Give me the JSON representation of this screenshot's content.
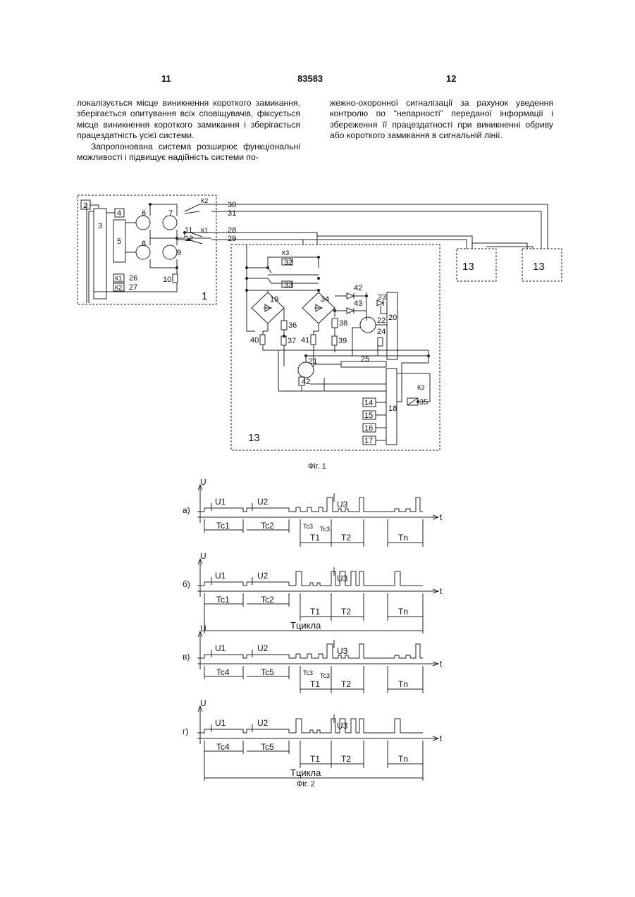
{
  "header": {
    "left_page": "11",
    "center_number": "83583",
    "right_page": "12"
  },
  "text": {
    "left_p1": "локалізується місце виникнення короткого замикання, зберігається опитування всіх сповіщувачів, фіксується місце виникнення короткого замикання і зберігається працездатність усієї системи.",
    "left_p2": "Запропонована система розширює функціональні можливості і підвищує надійність системи по-",
    "right_p1": "жежно-охоронної сигналізації за рахунок уведення контролю по \"непарності\" переданої інформації і збереження її працездатності при виникненні обриву або короткого замикання в сигнальній лінії."
  },
  "fig1": {
    "caption": "Фіг. 1",
    "labels": {
      "n1": "1",
      "n2": "2",
      "n3": "3",
      "n4": "4",
      "n5": "5",
      "n6": "6",
      "n7": "7",
      "n8": "8",
      "n9": "9",
      "n10": "10",
      "n11": "11",
      "n12": "12",
      "k1a": "К1",
      "k2a": "К2",
      "k1b": "К1",
      "k2b": "К2",
      "n26": "26",
      "n27": "27",
      "n28": "28",
      "n29": "29",
      "n30": "30",
      "n31": "31",
      "n13a": "13",
      "n13b": "13",
      "n13c": "13",
      "k3a": "К3",
      "n32": "32",
      "n33": "33",
      "n19": "19",
      "n34": "34",
      "n42a": "42",
      "n43": "43",
      "n23": "23",
      "n22": "22",
      "n24": "24",
      "n20": "20",
      "n36": "36",
      "n38": "38",
      "n40": "40",
      "n37": "37",
      "n41": "41",
      "n39": "39",
      "n21": "21",
      "n25": "25",
      "n42b": "42",
      "k3b": "К3",
      "n35": "35",
      "n18": "18",
      "n14": "14",
      "n15": "15",
      "n16": "16",
      "n17": "17"
    }
  },
  "fig2": {
    "caption": "Фіг. 2",
    "panels": [
      {
        "letter": "а)",
        "u": "U",
        "t": "t",
        "u1": "U1",
        "u2": "U2",
        "u3": "U3",
        "tc1": "Tc1",
        "tc2": "Tc2",
        "tc3a": "Tc3",
        "tc3b": "Tc3",
        "t1": "T1",
        "t2": "T2",
        "tn": "Tn"
      },
      {
        "letter": "б)",
        "u": "U",
        "t": "t",
        "u1": "U1",
        "u2": "U2",
        "u3": "U3",
        "tc1": "Tc1",
        "tc2": "Tc2",
        "t1": "T1",
        "t2": "T2",
        "tn": "Tn",
        "tcycle": "Тцикла"
      },
      {
        "letter": "в)",
        "u": "U",
        "t": "t",
        "u1": "U1",
        "u2": "U2",
        "u3": "U3",
        "tc1": "Tc4",
        "tc2": "Tc5",
        "tc3a": "Tc3",
        "tc3b": "Tc3",
        "t1": "T1",
        "t2": "T2",
        "tn": "Tn"
      },
      {
        "letter": "г)",
        "u": "U",
        "t": "t",
        "u1": "U1",
        "u2": "U2",
        "u3": "U3",
        "tc1": "Tc4",
        "tc2": "Tc5",
        "t1": "T1",
        "t2": "T2",
        "tn": "Tn",
        "tcycle": "Тцикла"
      }
    ]
  }
}
